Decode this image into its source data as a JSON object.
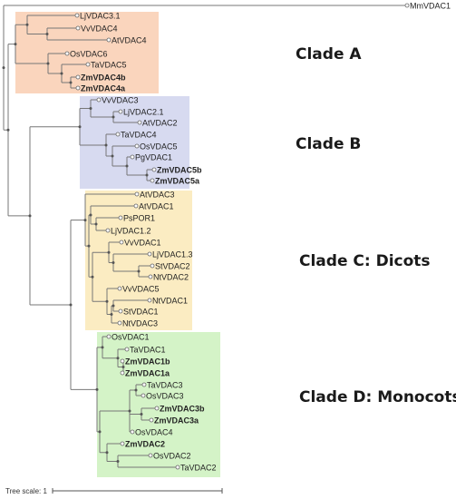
{
  "colors": {
    "cladeA": "#fad5bd",
    "cladeB": "#d7daf0",
    "cladeC": "#fbecc2",
    "cladeD": "#d4f3c7",
    "branch": "#777777",
    "node": "#555555"
  },
  "tree": {
    "outgroup": "MmVDAC1",
    "tree_scale": "Tree scale: 1",
    "clades": [
      {
        "label": "Clade A",
        "taxa": [
          {
            "name": "LjVDAC3.1",
            "bold": false
          },
          {
            "name": "VvVDAC4",
            "bold": false
          },
          {
            "name": "AtVDAC4",
            "bold": false
          },
          {
            "name": "OsVDAC6",
            "bold": false
          },
          {
            "name": "TaVDAC5",
            "bold": false
          },
          {
            "name": "ZmVDAC4b",
            "bold": true
          },
          {
            "name": "ZmVDAC4a",
            "bold": true
          }
        ]
      },
      {
        "label": "Clade B",
        "taxa": [
          {
            "name": "VvVDAC3",
            "bold": false
          },
          {
            "name": "LjVDAC2.1",
            "bold": false
          },
          {
            "name": "AtVDAC2",
            "bold": false
          },
          {
            "name": "TaVDAC4",
            "bold": false
          },
          {
            "name": "OsVDAC5",
            "bold": false
          },
          {
            "name": "PgVDAC1",
            "bold": false
          },
          {
            "name": "ZmVDAC5b",
            "bold": true
          },
          {
            "name": "ZmVDAC5a",
            "bold": true
          }
        ]
      },
      {
        "label": "Clade C: Dicots",
        "taxa": [
          {
            "name": "AtVDAC3",
            "bold": false
          },
          {
            "name": "AtVDAC1",
            "bold": false
          },
          {
            "name": "PsPOR1",
            "bold": false
          },
          {
            "name": "LjVDAC1.2",
            "bold": false
          },
          {
            "name": "VvVDAC1",
            "bold": false
          },
          {
            "name": "LjVDAC1.3",
            "bold": false
          },
          {
            "name": "StVDAC2",
            "bold": false
          },
          {
            "name": "NtVDAC2",
            "bold": false
          },
          {
            "name": "VvVDAC5",
            "bold": false
          },
          {
            "name": "NtVDAC1",
            "bold": false
          },
          {
            "name": "StVDAC1",
            "bold": false
          },
          {
            "name": "NtVDAC3",
            "bold": false
          }
        ]
      },
      {
        "label": "Clade D: Monocots",
        "taxa": [
          {
            "name": "OsVDAC1",
            "bold": false
          },
          {
            "name": "TaVDAC1",
            "bold": false
          },
          {
            "name": "ZmVDAC1b",
            "bold": true
          },
          {
            "name": "ZmVDAC1a",
            "bold": true
          },
          {
            "name": "TaVDAC3",
            "bold": false
          },
          {
            "name": "OsVDAC3",
            "bold": false
          },
          {
            "name": "ZmVDAC3b",
            "bold": true
          },
          {
            "name": "ZmVDAC3a",
            "bold": true
          },
          {
            "name": "OsVDAC4",
            "bold": false
          },
          {
            "name": "ZmVDAC2",
            "bold": true
          },
          {
            "name": "OsVDAC2",
            "bold": false
          },
          {
            "name": "TaVDAC2",
            "bold": false
          }
        ]
      }
    ]
  }
}
